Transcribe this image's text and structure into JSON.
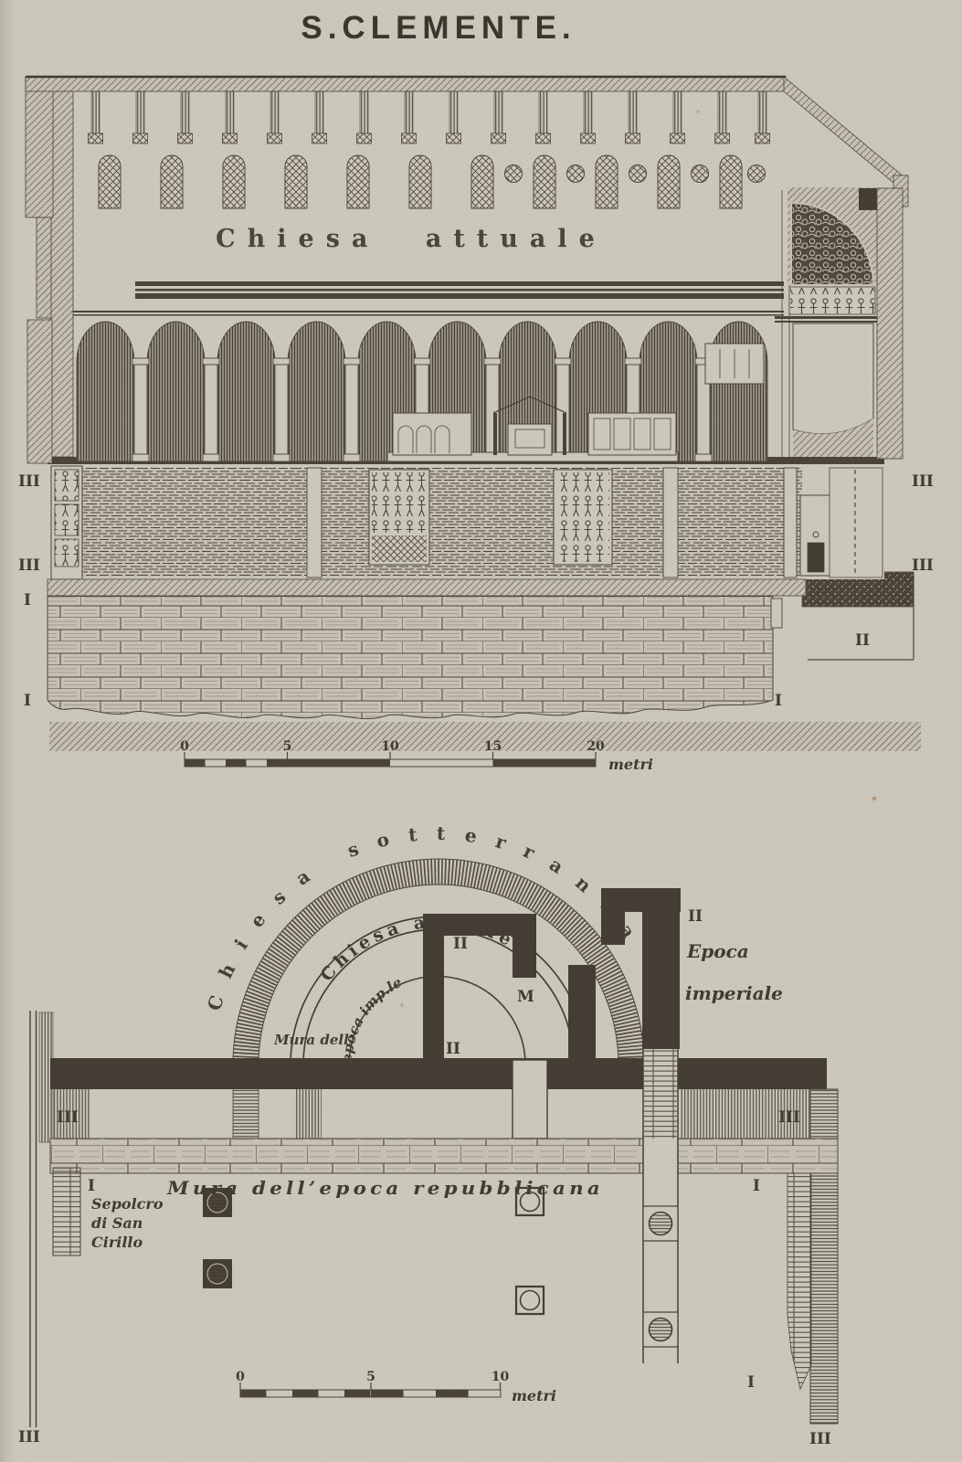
{
  "palette": {
    "paper": "#cbc7bb",
    "ink": "#453e34",
    "dark_fill": "#443d33",
    "stain": "#a06a38"
  },
  "title": "S.CLEMENTE.",
  "section": {
    "church_label": "Chiesa attuale",
    "markers": {
      "left_iii_a": "III",
      "left_iii_b": "III",
      "right_iii_a": "III",
      "right_iii_b": "III",
      "left_i_a": "I",
      "left_i_b": "I",
      "right_i": "I",
      "right_ii": "II"
    },
    "scale": {
      "t0": "0",
      "t5": "5",
      "t10": "10",
      "t15": "15",
      "t20": "20",
      "unit": "metri"
    }
  },
  "plan": {
    "outer_arc_label": "Chiesa sotterranea",
    "inner_arc_label": "Chiesa attuale",
    "mura_imp_prefix": "Mura dell’",
    "mura_imp_curved": "epoca imp.le",
    "epoca_line1": "Epoca",
    "epoca_line2": "imperiale",
    "mura_repubblicana": "Mura dell’epoca repubblicana",
    "sepolcro": {
      "l1": "Sepolcro",
      "l2": "di San",
      "l3": "Cirillo"
    },
    "markers": {
      "ii_top": "II",
      "m_mid": "M",
      "ii_mid": "II",
      "ii_right": "II",
      "iii_left": "III",
      "iii_right": "III",
      "i_left": "I",
      "i_right": "I",
      "i_right_low": "I",
      "iii_bot_left": "III",
      "iii_bot_right": "III"
    },
    "scale": {
      "t0": "0",
      "t5": "5",
      "t10": "10",
      "unit": "metri"
    }
  }
}
